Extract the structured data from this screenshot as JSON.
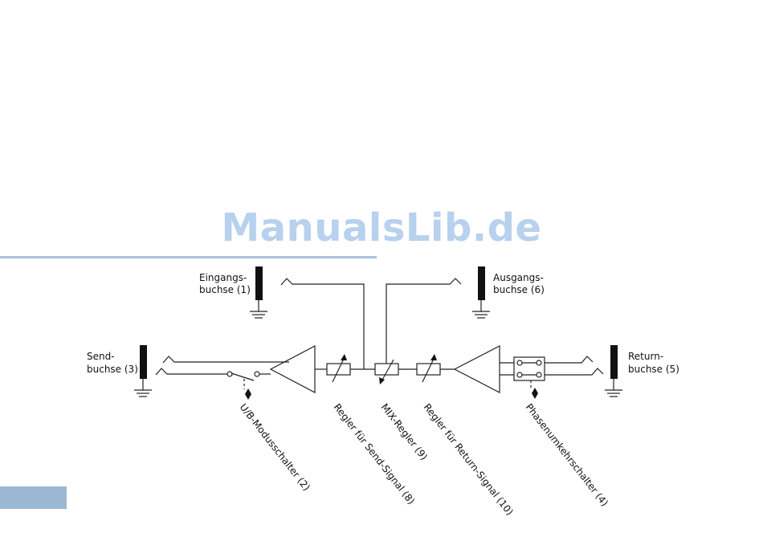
{
  "watermark": "ManualsLib.de",
  "jacks": {
    "input": {
      "line1": "Eingangs-",
      "line2": "buchse (1)"
    },
    "output": {
      "line1": "Ausgangs-",
      "line2": "buchse (6)"
    },
    "send": {
      "line1": "Send-",
      "line2": "buchse  (3)"
    },
    "return": {
      "line1": "Return-",
      "line2": "buchse (5)"
    }
  },
  "controls": {
    "mode_switch": "U/B-Modusschalter (2)",
    "send_level": "Regler für Send-Signal (8)",
    "mix": "MIX-Regler (9)",
    "return_level": "Regler für Return-Signal (10)",
    "phase_switch": "Phasenumkehrschalter (4)"
  },
  "colors": {
    "watermark": "#b7d1ee",
    "accent_bar": "#a9c3dd",
    "line": "#222222"
  }
}
